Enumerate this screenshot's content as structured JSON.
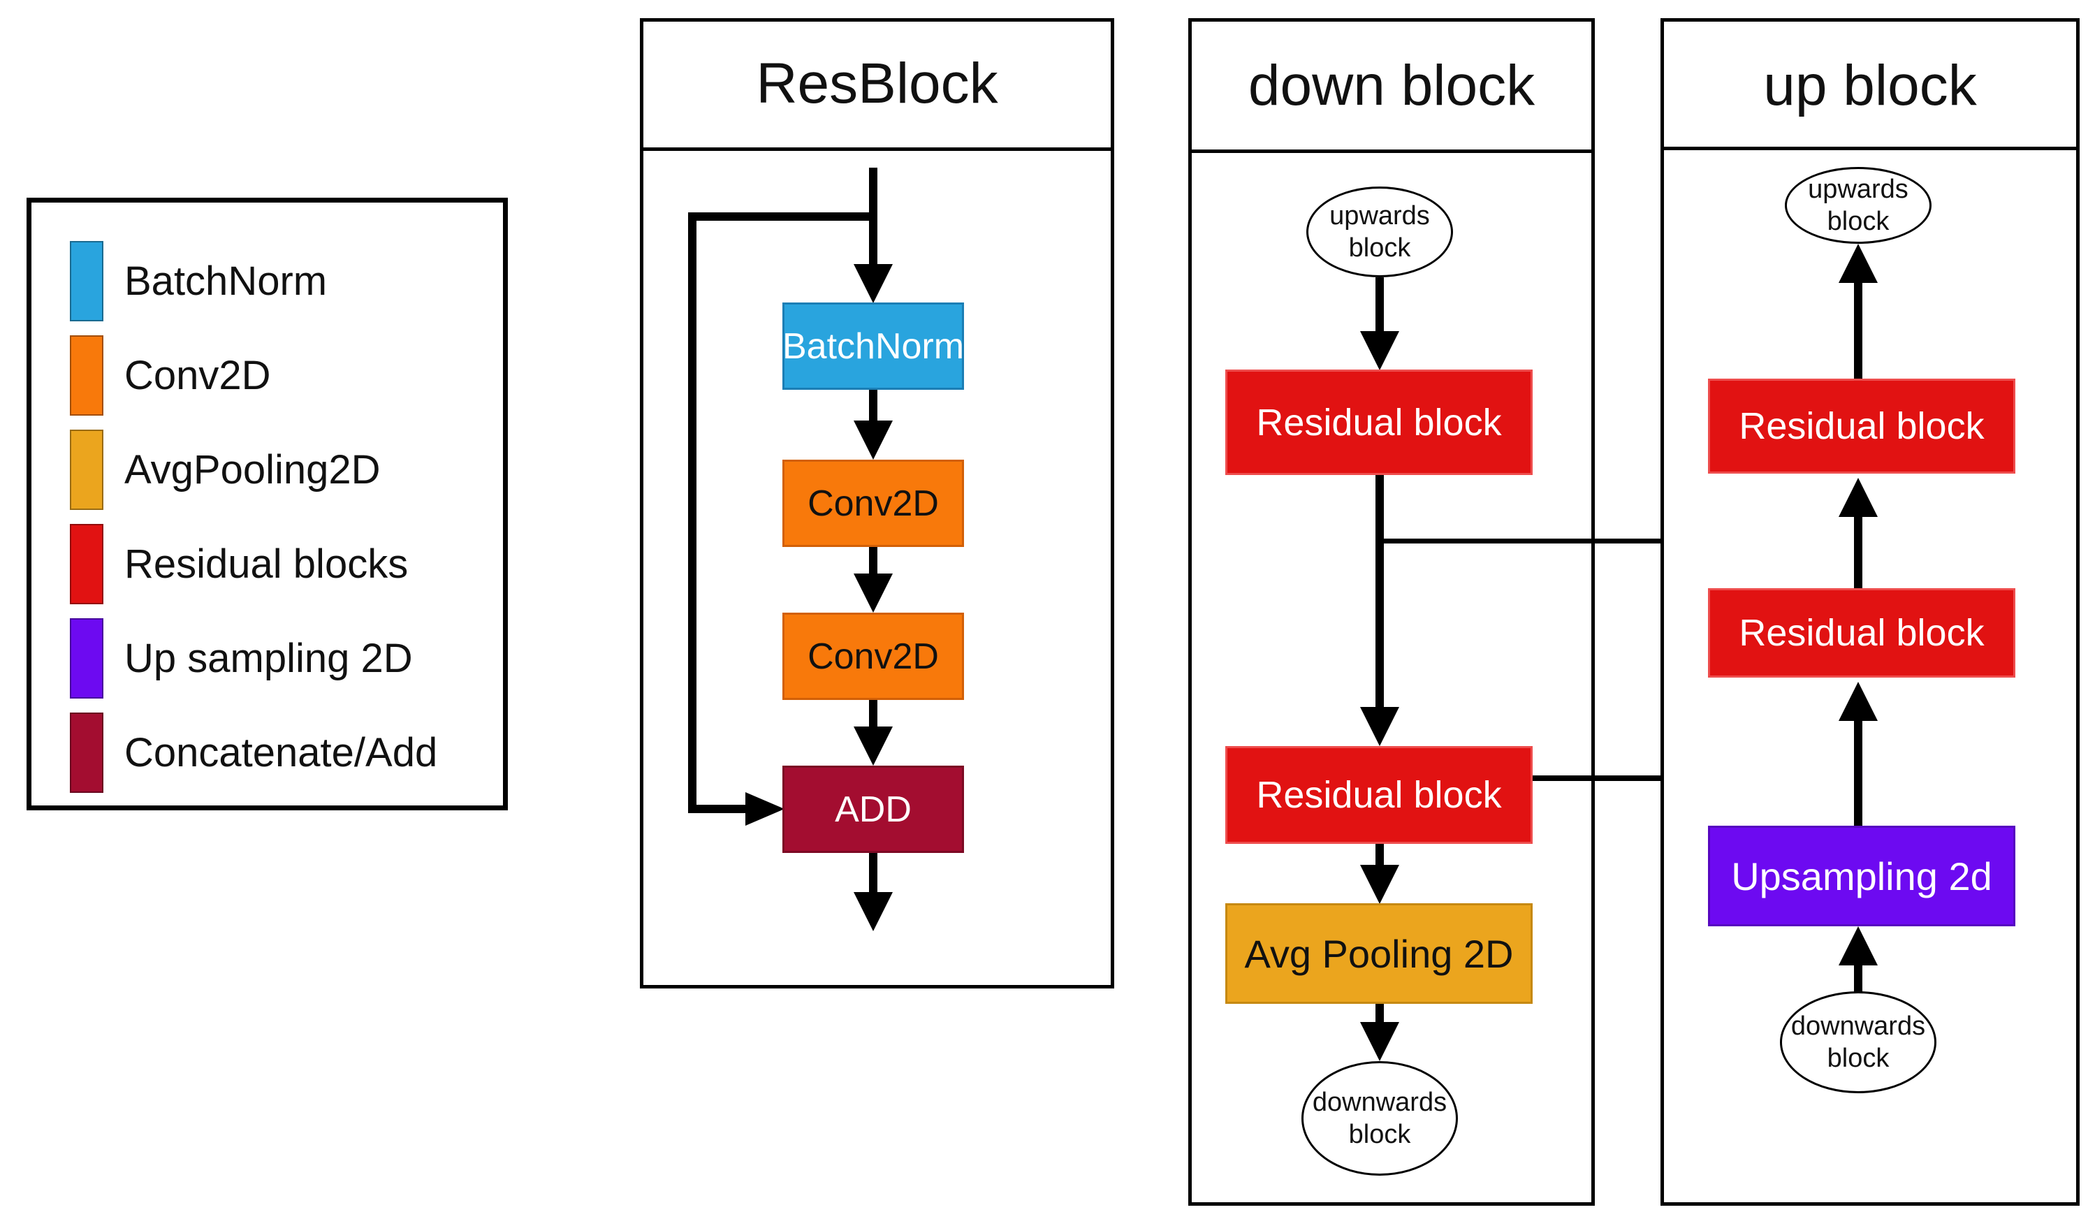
{
  "colors": {
    "batchnorm_blue": "#29A4DE",
    "conv2d_orange": "#F8790B",
    "avgpooling_amber": "#EBA51E",
    "residual_red": "#E11212",
    "upsampling_purple": "#6D0AF1",
    "concatenate_maroon": "#A30D30",
    "outline_black": "#000000"
  },
  "legend": {
    "items": [
      {
        "label": "BatchNorm",
        "color": "#29A4DE"
      },
      {
        "label": "Conv2D",
        "color": "#F8790B"
      },
      {
        "label": "AvgPooling2D",
        "color": "#EBA51E"
      },
      {
        "label": "Residual blocks",
        "color": "#E11212"
      },
      {
        "label": "Up sampling 2D",
        "color": "#6D0AF1"
      },
      {
        "label": "Concatenate/Add",
        "color": "#A30D30"
      }
    ]
  },
  "resblock_panel": {
    "title": "ResBlock",
    "nodes": {
      "batchnorm": "BatchNorm",
      "conv1": "Conv2D",
      "conv2": "Conv2D",
      "add": "ADD"
    }
  },
  "down_panel": {
    "title": "down block",
    "input_ellipse": {
      "line1": "upwards",
      "line2": "block"
    },
    "residual1": "Residual block",
    "residual2": "Residual block",
    "avgpool": "Avg Pooling 2D",
    "output_ellipse": {
      "line1": "downwards",
      "line2": "block"
    }
  },
  "up_panel": {
    "title": "up block",
    "output_ellipse": {
      "line1": "upwards",
      "line2": "block"
    },
    "residual1": "Residual block",
    "residual2": "Residual block",
    "upsampling": "Upsampling 2d",
    "input_ellipse": {
      "line1": "downwards",
      "line2": "block"
    }
  }
}
